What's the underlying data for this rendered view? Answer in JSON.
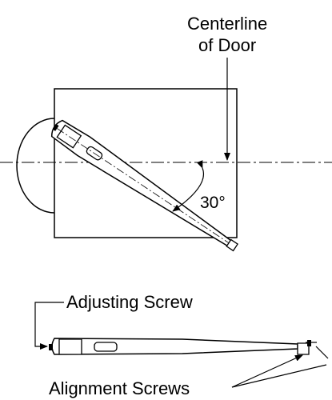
{
  "labels": {
    "centerline_line1": "Centerline",
    "centerline_line2": "of Door",
    "angle": "30°",
    "adjusting_screw": "Adjusting Screw",
    "alignment_screws": "Alignment Screws"
  },
  "colors": {
    "ink": "#000000",
    "background": "#ffffff"
  }
}
